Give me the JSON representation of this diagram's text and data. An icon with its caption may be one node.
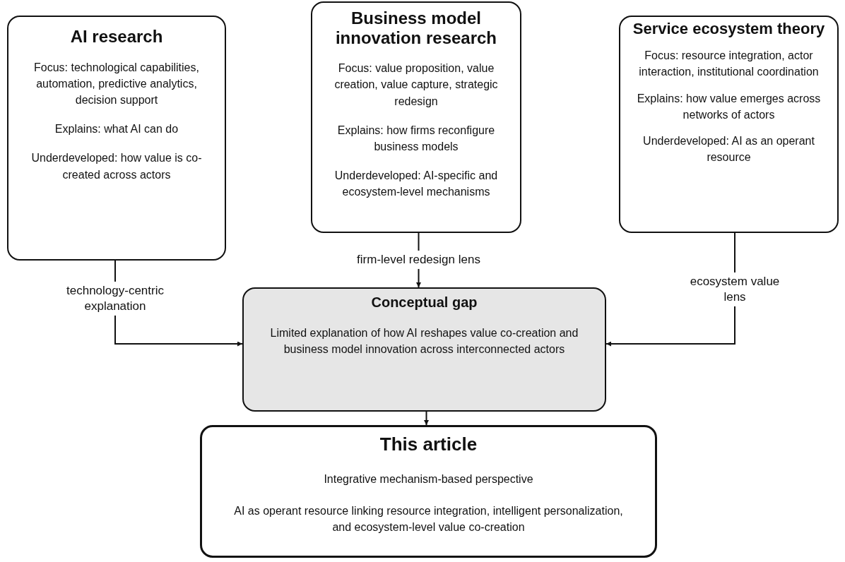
{
  "diagram": {
    "nodes": [
      {
        "text": [
          "AI research",
          "Focus: technological capabilities, automation, predictive analytics, decision support",
          "Explains: what AI can do",
          "Underdeveloped: how value is co-created across actors"
        ]
      },
      {
        "text": [
          "Business model innovation research",
          "Focus: value proposition, value creation, value capture, strategic redesign",
          "Explains: how firms reconfigure business models",
          "Underdeveloped: AI-specific and ecosystem-level mechanisms"
        ]
      },
      {
        "text": [
          "Service ecosystem theory",
          "Focus: resource integration, actor interaction, institutional coordination",
          "Explains: how value emerges across networks of actors",
          "Underdeveloped: AI as an operant resource"
        ]
      },
      {
        "text": [
          "Conceptual gap",
          "Limited explanation of how AI reshapes value co-creation and business model innovation across interconnected actors"
        ]
      },
      {
        "text": [
          "This article",
          "Integrative mechanism-based perspective",
          "AI as operant resource linking resource integration, intelligent personalization, and ecosystem-level value co-creation"
        ]
      }
    ],
    "edges": [
      {
        "from": 0,
        "to": 3,
        "arrow": "to",
        "label": "technology-centric explanation"
      },
      {
        "from": 1,
        "to": 3,
        "arrow": "to",
        "label": "firm-level redesign lens"
      },
      {
        "from": 2,
        "to": 3,
        "arrow": "to",
        "label": "ecosystem value lens"
      },
      {
        "from": 3,
        "to": 4,
        "arrow": "to"
      }
    ]
  }
}
